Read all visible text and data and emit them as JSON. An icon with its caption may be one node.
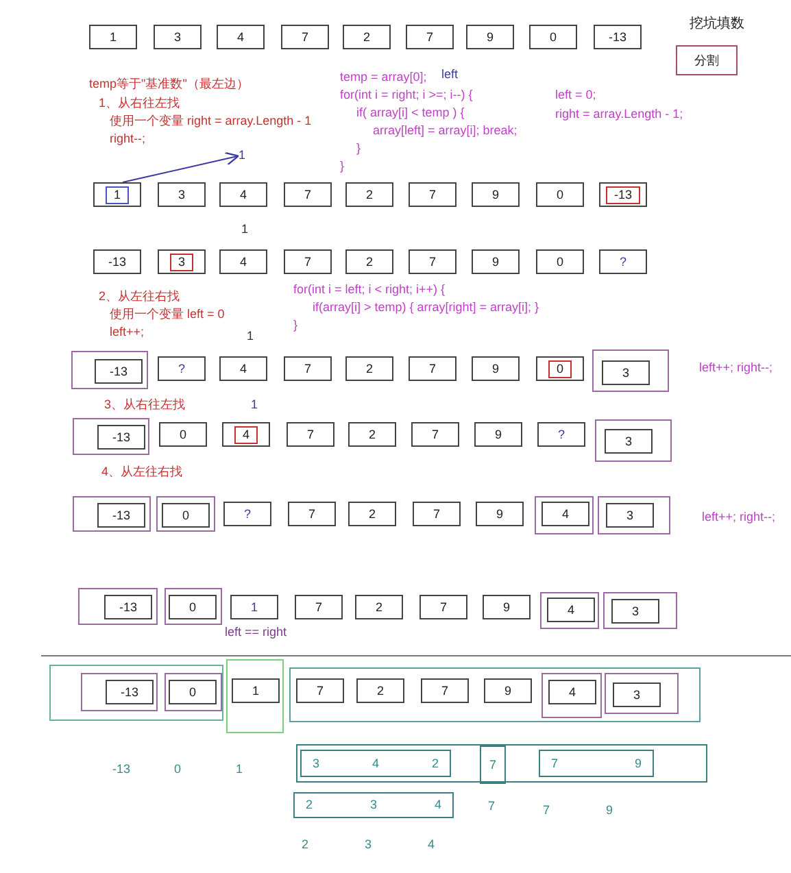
{
  "diagram": {
    "nodes": [
      {
        "text": [
          "1"
        ]
      },
      {
        "text": [
          "3"
        ]
      },
      {
        "text": [
          "4"
        ]
      },
      {
        "text": [
          "7"
        ]
      },
      {
        "text": [
          "2"
        ]
      },
      {
        "text": [
          "7"
        ]
      },
      {
        "text": [
          "9"
        ]
      },
      {
        "text": [
          "0"
        ]
      },
      {
        "text": [
          "-13"
        ]
      },
      {
        "text": [
          "分割"
        ]
      },
      {
        "text": [
          "1"
        ]
      },
      {
        "text": [
          "1"
        ]
      },
      {
        "text": [
          "3"
        ]
      },
      {
        "text": [
          "4"
        ]
      },
      {
        "text": [
          "7"
        ]
      },
      {
        "text": [
          "2"
        ]
      },
      {
        "text": [
          "7"
        ]
      },
      {
        "text": [
          "9"
        ]
      },
      {
        "text": [
          "0"
        ]
      },
      {
        "text": [
          "-13"
        ]
      },
      {
        "text": [
          "-13"
        ]
      },
      {
        "text": [
          "3"
        ]
      },
      {
        "text": [
          "4"
        ]
      },
      {
        "text": [
          "7"
        ]
      },
      {
        "text": [
          "2"
        ]
      },
      {
        "text": [
          "7"
        ]
      },
      {
        "text": [
          "9"
        ]
      },
      {
        "text": [
          "0"
        ]
      },
      {
        "text": [
          "?"
        ]
      },
      {
        "text": [],
        "shape": "box"
      },
      {
        "text": [
          "-13"
        ],
        "in": 29
      },
      {
        "text": [
          "?"
        ]
      },
      {
        "text": [
          "4"
        ]
      },
      {
        "text": [
          "7"
        ]
      },
      {
        "text": [
          "2"
        ]
      },
      {
        "text": [
          "7"
        ]
      },
      {
        "text": [
          "9"
        ]
      },
      {
        "text": [
          "0"
        ]
      },
      {
        "text": [],
        "shape": "box"
      },
      {
        "text": [
          "3"
        ],
        "in": 38
      },
      {
        "text": [],
        "shape": "box"
      },
      {
        "text": [
          "-13"
        ],
        "in": 40
      },
      {
        "text": [
          "0"
        ]
      },
      {
        "text": [
          "4"
        ]
      },
      {
        "text": [
          "7"
        ]
      },
      {
        "text": [
          "2"
        ]
      },
      {
        "text": [
          "7"
        ]
      },
      {
        "text": [
          "9"
        ]
      },
      {
        "text": [
          "?"
        ]
      },
      {
        "text": [],
        "shape": "box"
      },
      {
        "text": [
          "3"
        ],
        "in": 49
      },
      {
        "text": [],
        "shape": "box"
      },
      {
        "text": [
          "-13"
        ],
        "in": 51
      },
      {
        "text": [],
        "shape": "box"
      },
      {
        "text": [
          "0"
        ],
        "in": 53
      },
      {
        "text": [
          "?"
        ]
      },
      {
        "text": [
          "7"
        ]
      },
      {
        "text": [
          "2"
        ]
      },
      {
        "text": [
          "7"
        ]
      },
      {
        "text": [
          "9"
        ]
      },
      {
        "text": [],
        "shape": "box"
      },
      {
        "text": [
          "4"
        ],
        "in": 60
      },
      {
        "text": [],
        "shape": "box"
      },
      {
        "text": [
          "3"
        ],
        "in": 62
      },
      {
        "text": [],
        "shape": "box"
      },
      {
        "text": [
          "-13"
        ],
        "in": 64
      },
      {
        "text": [],
        "shape": "box"
      },
      {
        "text": [
          "0"
        ],
        "in": 66
      },
      {
        "text": [
          "1"
        ]
      },
      {
        "text": [
          "7"
        ]
      },
      {
        "text": [
          "2"
        ]
      },
      {
        "text": [
          "7"
        ]
      },
      {
        "text": [
          "9"
        ]
      },
      {
        "text": [],
        "shape": "box"
      },
      {
        "text": [
          "4"
        ],
        "in": 73
      },
      {
        "text": [],
        "shape": "box"
      },
      {
        "text": [
          "3"
        ],
        "in": 75
      },
      {
        "text": [],
        "shape": "box"
      },
      {
        "text": [],
        "shape": "box",
        "in": 77
      },
      {
        "text": [
          "-13"
        ],
        "in": 78
      },
      {
        "text": [],
        "shape": "box",
        "in": 77
      },
      {
        "text": [
          "0"
        ],
        "in": 80
      },
      {
        "text": [],
        "shape": "box"
      },
      {
        "text": [
          "1"
        ],
        "in": 82
      },
      {
        "text": [],
        "shape": "box"
      },
      {
        "text": [
          "7"
        ],
        "in": 84
      },
      {
        "text": [
          "2"
        ],
        "in": 84
      },
      {
        "text": [
          "7"
        ],
        "in": 84
      },
      {
        "text": [
          "9"
        ],
        "in": 84
      },
      {
        "text": [],
        "shape": "box",
        "in": 84
      },
      {
        "text": [
          "4"
        ],
        "in": 89
      },
      {
        "text": [],
        "shape": "box",
        "in": 84
      },
      {
        "text": [
          "3"
        ],
        "in": 91
      },
      {
        "text": [],
        "shape": "box"
      },
      {
        "text": [
          "3",
          "4",
          "2"
        ],
        "in": 93
      },
      {
        "text": [
          "7"
        ],
        "in": 93
      },
      {
        "text": [
          "7",
          "9"
        ],
        "in": 93
      },
      {
        "text": [
          "2",
          "3",
          "4"
        ]
      }
    ],
    "edges": [
      {
        "from": 11,
        "to": 10,
        "arrow": "to"
      }
    ],
    "labels": [
      "挖坑填数",
      "temp等于\"基准数\"（最左边）",
      "1、从右往左找",
      "使用一个变量 right = array.Length - 1",
      "right--;",
      "temp = array[0];",
      "left",
      "for(int i = right; i >=; i--) {",
      "if( array[i] < temp ) {",
      "array[left] = array[i]; break;",
      "}",
      "}",
      "left = 0;",
      "right = array.Length - 1;",
      "1",
      "2、从左往右找",
      "使用一个变量 left = 0",
      "left++;",
      "for(int i = left; i < right; i++) {",
      "if(array[i] > temp) { array[right] = array[i]; }",
      "}",
      "1",
      "left++; right--;",
      "3、从右往左找",
      "1",
      "4、从左往右找",
      "left++; right--;",
      "left == right",
      "-13",
      "0",
      "1",
      "7",
      "7",
      "9",
      "2",
      "3",
      "4"
    ]
  }
}
